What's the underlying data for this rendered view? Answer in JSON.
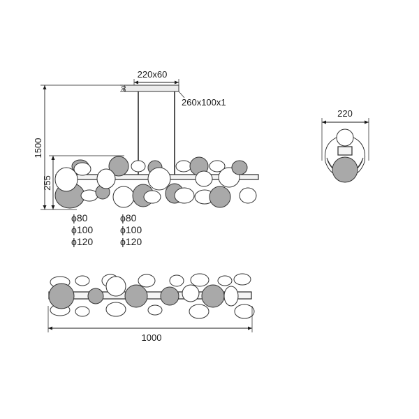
{
  "dimensions": {
    "canopy_size": "220x60",
    "canopy_plate": "260x100x1",
    "canopy_height": "30",
    "total_height": "1500",
    "body_height": "255",
    "side_width": "220",
    "total_length": "1000"
  },
  "disc_sizes_left": [
    "ϕ80",
    "ϕ100",
    "ϕ120"
  ],
  "disc_sizes_right": [
    "ϕ80",
    "ϕ100",
    "ϕ120"
  ],
  "colors": {
    "line": "#1a1a1a",
    "disc_gray": "#a9a9a9",
    "disc_white": "#ffffff"
  }
}
